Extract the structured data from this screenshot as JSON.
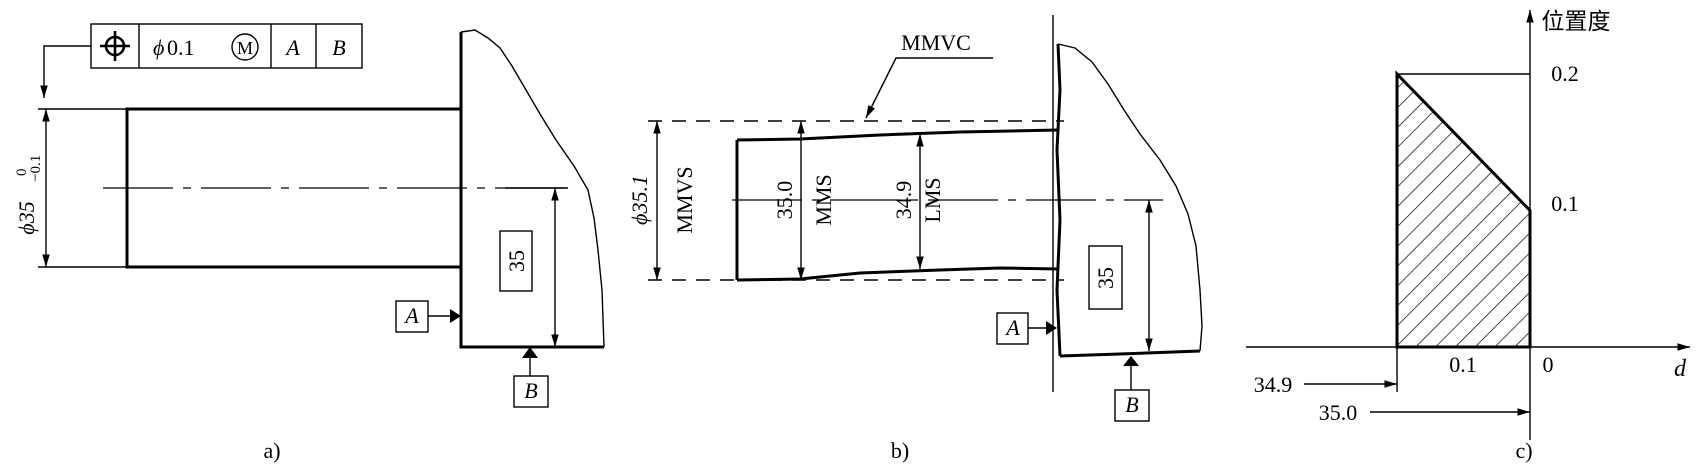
{
  "panel_a": {
    "caption": "a)",
    "frame": {
      "symbol_name": "position-symbol",
      "tolerance_prefix": "ϕ",
      "tolerance": "0.1",
      "modifier": "M",
      "datum1": "A",
      "datum2": "B"
    },
    "diameter_label": "ϕ35",
    "tol_upper": "0",
    "tol_lower": "−0.1",
    "length_box": "35",
    "datum_a": "A",
    "datum_b": "B"
  },
  "panel_b": {
    "caption": "b)",
    "mmvc": "MMVC",
    "mmvs_value": "ϕ35.1",
    "mmvs": "MMVS",
    "mms_value": "35.0",
    "mms": "MMS",
    "lms_value": "34.9",
    "lms": "LMS",
    "length_box": "35",
    "datum_a": "A",
    "datum_b": "B"
  },
  "panel_c": {
    "caption": "c)",
    "y_axis_label": "位置度",
    "x_axis_label": "d",
    "y_tick_top": "0.2",
    "y_tick_mid": "0.1",
    "origin": "0",
    "x_width": "0.1",
    "x_marker_lms": "34.9",
    "x_marker_mms": "35.0"
  },
  "chart_data": {
    "type": "area",
    "xlabel": "d",
    "ylabel": "位置度",
    "x": [
      34.9,
      35.0
    ],
    "series": [
      {
        "values": [
          0.2,
          0.1
        ]
      }
    ]
  }
}
